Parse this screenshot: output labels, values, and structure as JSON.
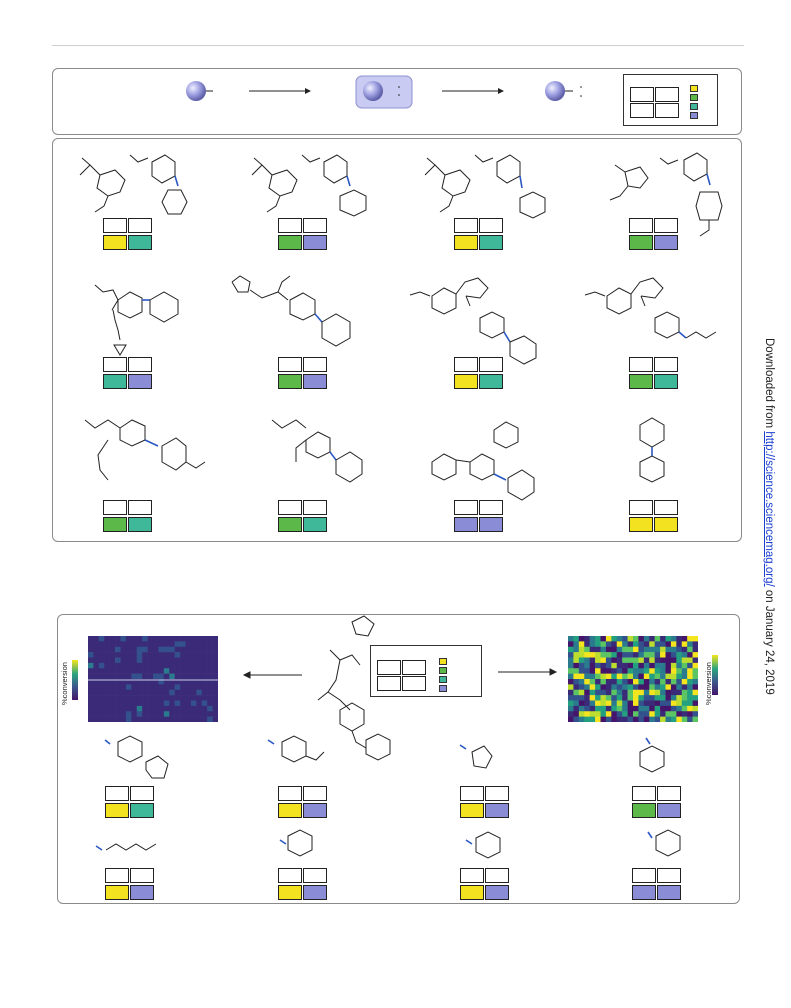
{
  "sidebar_text": {
    "prefix": "Downloaded from ",
    "link": "http://science.sciencemag.org/",
    "suffix": " on January 24, 2019"
  },
  "heatmap_left": {
    "colorbar_label": "%conversion"
  },
  "heatmap_right": {
    "colorbar_label": "%conversion"
  },
  "palette": {
    "yellow": "#f2e21f",
    "green": "#5db84a",
    "teal": "#3fb89a",
    "purple": "#8a8cd6",
    "dark_heat": "#3b2a78",
    "sphere": "#9c9ee0"
  },
  "grid_top": {
    "rows": [
      [
        "white",
        "white",
        "yellow",
        "teal"
      ],
      [
        "white",
        "white",
        "green",
        "purple"
      ],
      [
        "white",
        "white",
        "yellow",
        "teal"
      ],
      [
        "white",
        "white",
        "green",
        "purple"
      ]
    ]
  },
  "grid_mid": {
    "rows": [
      [
        "white",
        "white",
        "teal",
        "purple"
      ],
      [
        "white",
        "white",
        "green",
        "purple"
      ],
      [
        "white",
        "white",
        "yellow",
        "teal"
      ],
      [
        "white",
        "white",
        "green",
        "teal"
      ]
    ]
  },
  "grid_row3": {
    "rows": [
      [
        "white",
        "white",
        "green",
        "teal"
      ],
      [
        "white",
        "white",
        "green",
        "teal"
      ],
      [
        "white",
        "white",
        "purple",
        "purple"
      ],
      [
        "white",
        "white",
        "yellow",
        "yellow"
      ]
    ]
  },
  "grid_bottom1": {
    "rows": [
      [
        "white",
        "white",
        "yellow",
        "teal"
      ],
      [
        "white",
        "white",
        "yellow",
        "purple"
      ],
      [
        "white",
        "white",
        "yellow",
        "purple"
      ],
      [
        "white",
        "white",
        "green",
        "purple"
      ]
    ]
  },
  "grid_bottom2": {
    "rows": [
      [
        "white",
        "white",
        "yellow",
        "purple"
      ],
      [
        "white",
        "white",
        "yellow",
        "purple"
      ],
      [
        "white",
        "white",
        "yellow",
        "purple"
      ],
      [
        "white",
        "white",
        "purple",
        "purple"
      ]
    ]
  }
}
